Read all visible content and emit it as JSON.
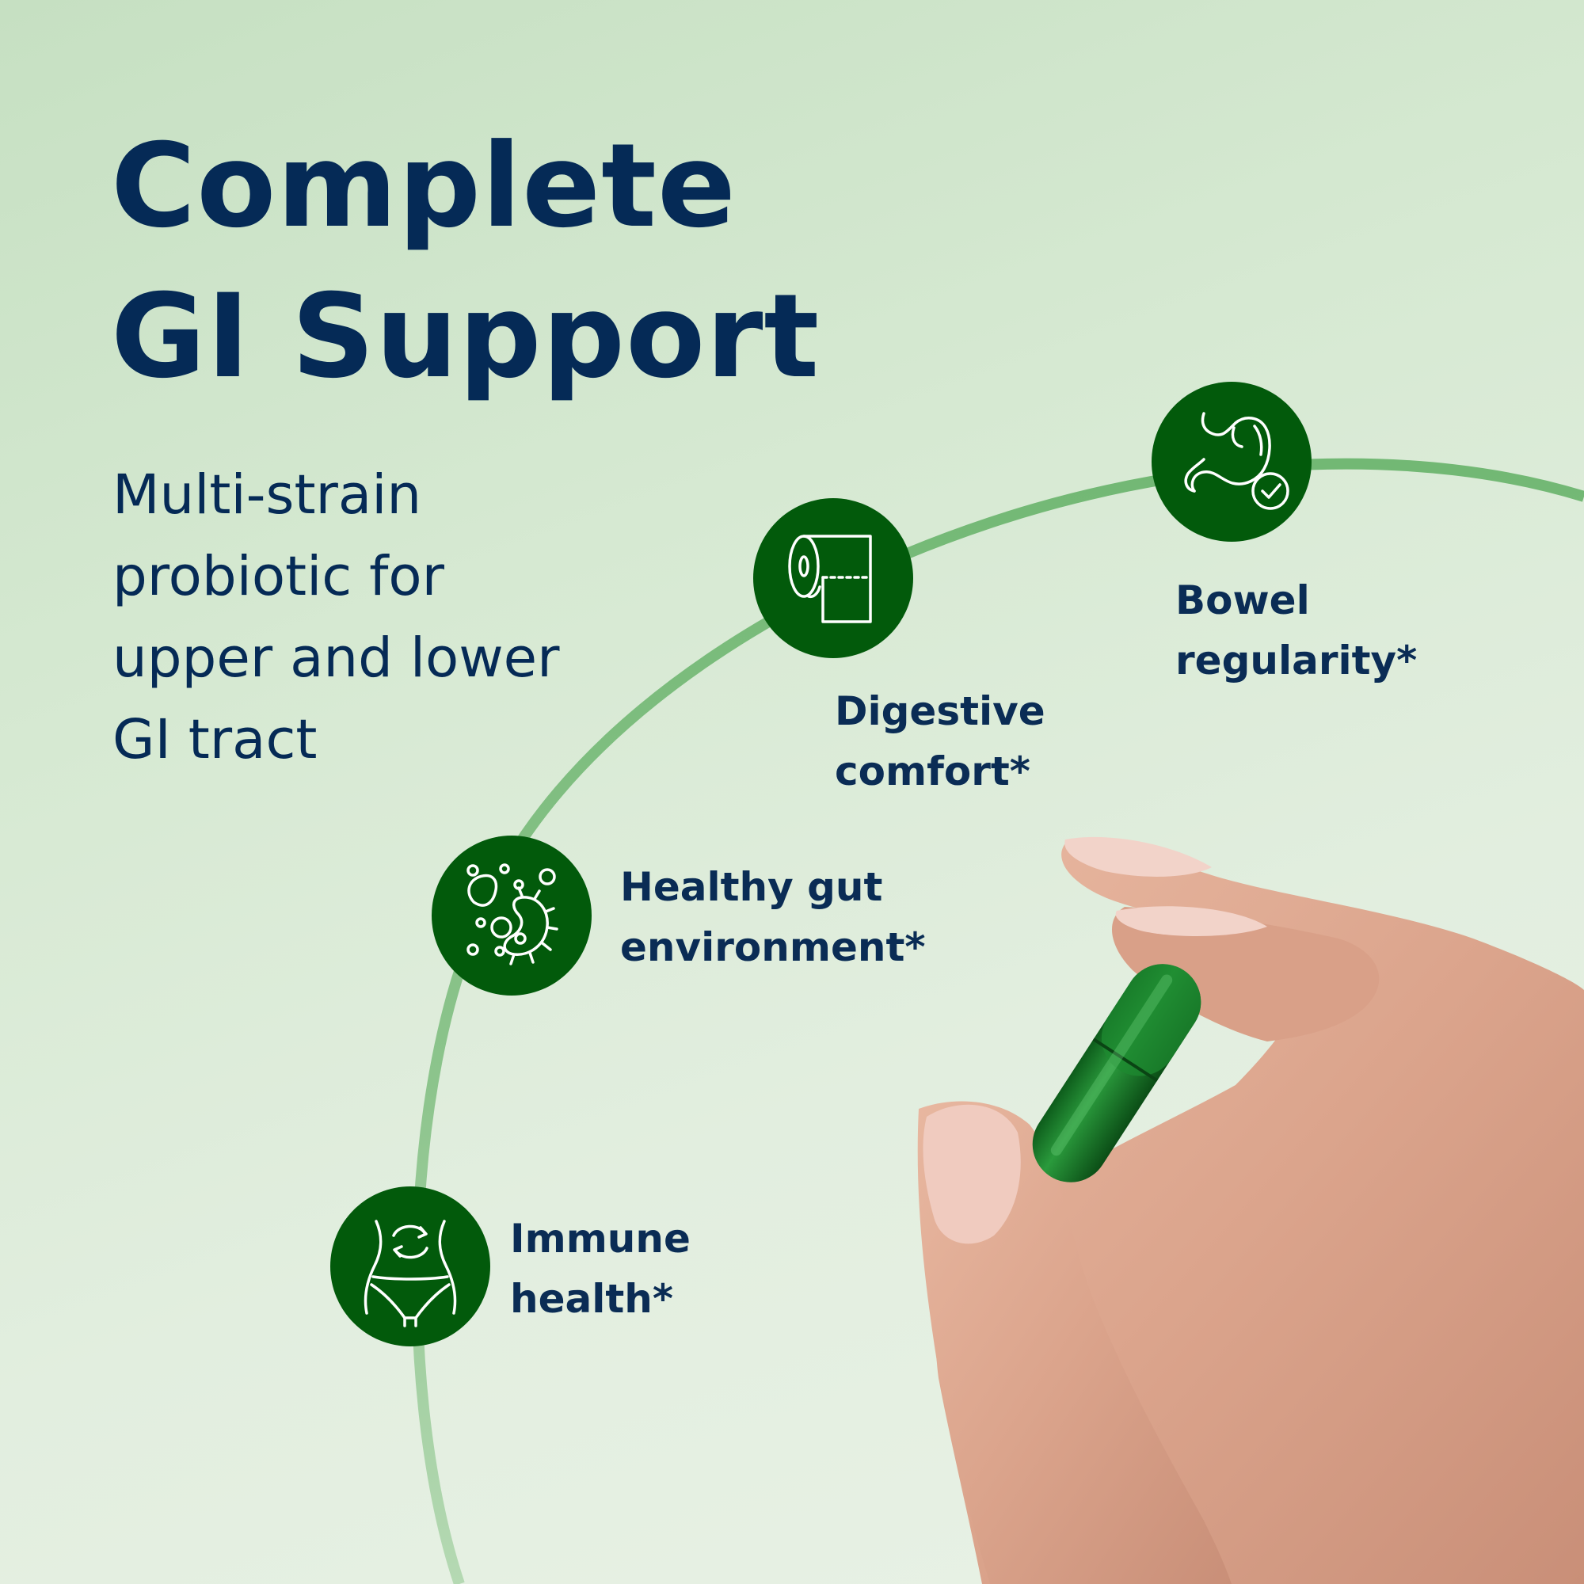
{
  "headline": {
    "lines": [
      "Complete",
      "GI Support"
    ]
  },
  "subheadline": {
    "lines": [
      "Multi-strain",
      "probiotic for",
      "upper and lower",
      "GI tract"
    ]
  },
  "benefits": [
    {
      "icon": "stomach-check-icon",
      "lines": [
        "Bowel",
        "regularity*"
      ]
    },
    {
      "icon": "toilet-paper-icon",
      "lines": [
        "Digestive",
        "comfort*"
      ]
    },
    {
      "icon": "gut-bacteria-icon",
      "lines": [
        "Healthy gut",
        "environment*"
      ]
    },
    {
      "icon": "body-cycle-icon",
      "lines": [
        "Immune",
        "health*"
      ]
    }
  ],
  "colors": {
    "headline_text": "#052a56",
    "icon_circle": "#025a0b",
    "arc_stroke": "#6fb670",
    "capsule": "#1a7a2a",
    "background": "#d6e9d2"
  }
}
